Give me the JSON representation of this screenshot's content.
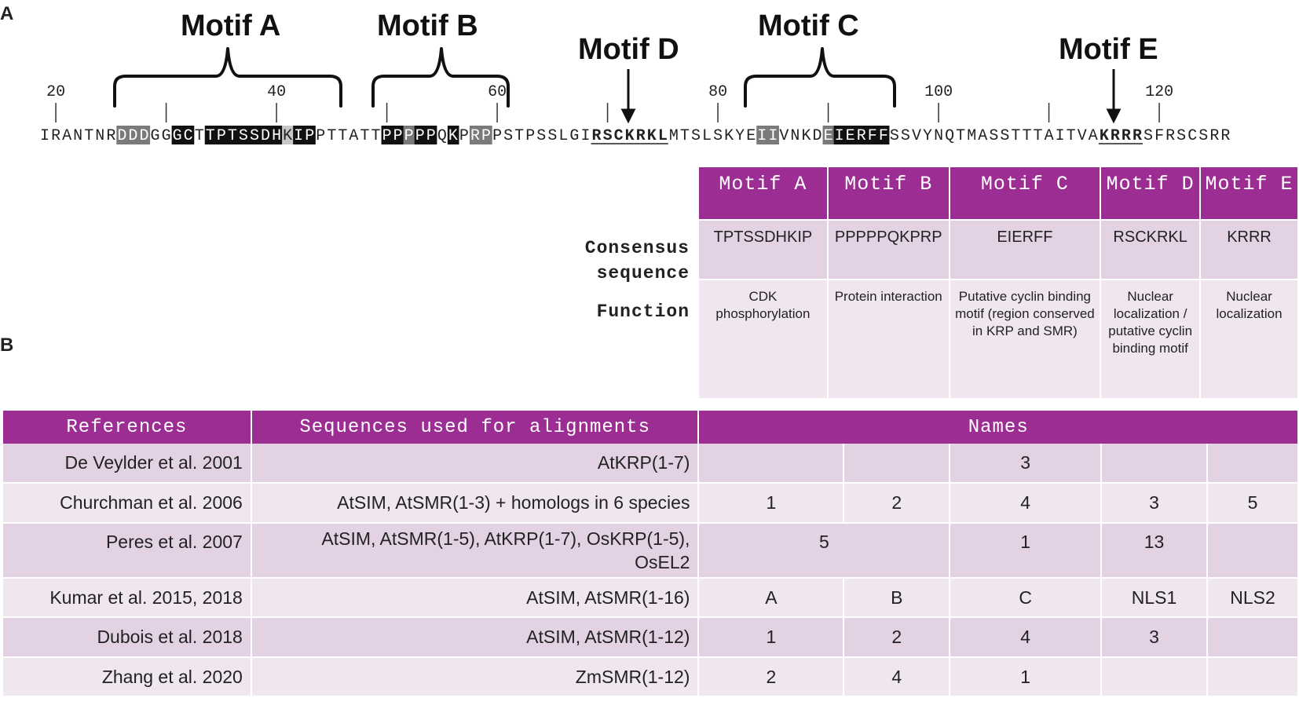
{
  "panels": {
    "a": "A",
    "b": "B"
  },
  "motif_titles": {
    "a": "Motif A",
    "b": "Motif B",
    "c": "Motif C",
    "d": "Motif D",
    "e": "Motif E"
  },
  "ruler": [
    "20",
    "40",
    "60",
    "80",
    "100",
    "120"
  ],
  "sequence": {
    "segments": [
      {
        "t": "IRANTNR",
        "s": "plain"
      },
      {
        "t": "DDD",
        "s": "gray"
      },
      {
        "t": "GG",
        "s": "plain"
      },
      {
        "t": "GC",
        "s": "black"
      },
      {
        "t": "T",
        "s": "plain"
      },
      {
        "t": "TPTSSDH",
        "s": "black"
      },
      {
        "t": "K",
        "s": "lightgray"
      },
      {
        "t": "IP",
        "s": "black"
      },
      {
        "t": "PTTATT",
        "s": "plain"
      },
      {
        "t": "PP",
        "s": "black"
      },
      {
        "t": "P",
        "s": "gray"
      },
      {
        "t": "PP",
        "s": "black"
      },
      {
        "t": "Q",
        "s": "plain"
      },
      {
        "t": "K",
        "s": "black"
      },
      {
        "t": "P",
        "s": "plain"
      },
      {
        "t": "RP",
        "s": "gray"
      },
      {
        "t": "PSTPSSLGI",
        "s": "plain"
      },
      {
        "t": "RSCKRKL",
        "s": "underline"
      },
      {
        "t": "MTSLSKYE",
        "s": "plain"
      },
      {
        "t": "II",
        "s": "gray"
      },
      {
        "t": "VNKD",
        "s": "plain"
      },
      {
        "t": "E",
        "s": "gray"
      },
      {
        "t": "IERFF",
        "s": "black"
      },
      {
        "t": "SSVYNQTMASSTTTAITVA",
        "s": "plain"
      },
      {
        "t": "KRRR",
        "s": "underline"
      },
      {
        "t": "SFRSCSRR",
        "s": "plain"
      }
    ]
  },
  "motif_table": {
    "headers": [
      "Motif A",
      "Motif B",
      "Motif C",
      "Motif D",
      "Motif E"
    ],
    "row_labels": {
      "consensus": "Consensus sequence",
      "function": "Function"
    },
    "consensus": [
      "TPTSSDHKIP",
      "PPPPPQKPRP",
      "EIERFF",
      "RSCKRKL",
      "KRRR"
    ],
    "function": [
      "CDK phosphorylation",
      "Protein interaction",
      "Putative cyclin binding motif (region conserved in KRP and SMR)",
      "Nuclear localization / putative cyclin binding motif",
      "Nuclear localization"
    ]
  },
  "ref_table": {
    "headers": {
      "references": "References",
      "sequences": "Sequences used for alignments",
      "names": "Names"
    },
    "rows": [
      {
        "ref": "De Veylder et al. 2001",
        "seqs": "AtKRP(1-7)",
        "a": "",
        "b": "",
        "c": "3",
        "d": "",
        "e": ""
      },
      {
        "ref": "Churchman et al. 2006",
        "seqs": "AtSIM, AtSMR(1-3) + homologs in 6 species",
        "a": "1",
        "b": "2",
        "c": "4",
        "d": "3",
        "e": "5"
      },
      {
        "ref": "Peres et al. 2007",
        "seqs": "AtSIM, AtSMR(1-5), AtKRP(1-7), OsKRP(1-5), OsEL2",
        "ab": "5",
        "c": "1",
        "d": "13",
        "e": ""
      },
      {
        "ref": "Kumar et al. 2015, 2018",
        "seqs": "AtSIM, AtSMR(1-16)",
        "a": "A",
        "b": "B",
        "c": "C",
        "d": "NLS1",
        "e": "NLS2"
      },
      {
        "ref": "Dubois et al. 2018",
        "seqs": "AtSIM, AtSMR(1-12)",
        "a": "1",
        "b": "2",
        "c": "4",
        "d": "3",
        "e": ""
      },
      {
        "ref": "Zhang et al. 2020",
        "seqs": "ZmSMR(1-12)",
        "a": "2",
        "b": "4",
        "c": "1",
        "d": "",
        "e": ""
      }
    ]
  },
  "colors": {
    "header": "#9b2d93",
    "row_dark": "#e3d2e4",
    "row_light": "#efe6ef",
    "highlight_black": "#111111",
    "highlight_gray": "#7a7a7a"
  }
}
